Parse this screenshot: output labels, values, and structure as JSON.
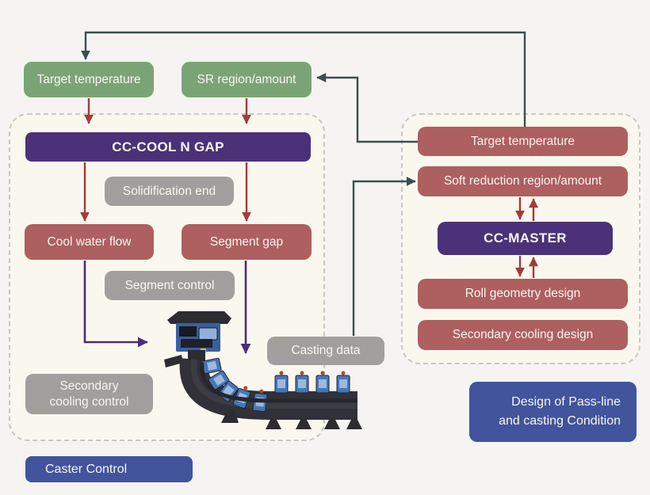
{
  "nodes": {
    "target_temperature_input": "Target temperature",
    "sr_region_amount_input": "SR region/amount",
    "cc_cool_n_gap": "CC-COOL N GAP",
    "solidification_end": "Solidification end",
    "cool_water_flow": "Cool water flow",
    "segment_gap": "Segment gap",
    "segment_control": "Segment control",
    "secondary_cooling_control": {
      "line1": "Secondary",
      "line2": "cooling control"
    },
    "casting_data": "Casting data",
    "caster_control": "Caster Control",
    "target_temperature_design": "Target temperature",
    "soft_reduction_region_amount": "Soft reduction region/amount",
    "cc_master": "CC-MASTER",
    "roll_geometry_design": "Roll geometry design",
    "secondary_cooling_design": "Secondary cooling design",
    "design_footer": {
      "line1": "Design of Pass-line",
      "line2": "and casting Condition"
    }
  },
  "illustration": {
    "name": "continuous-caster-machine"
  },
  "colors": {
    "green_box": "#7ba476",
    "red_box": "#ae5f5f",
    "purple_box": "#4b3278",
    "gray_box": "#a09f9d",
    "blue_box": "#41549c",
    "panel_background": "#faf8ee",
    "page_background": "#f5f4f2",
    "arrow_dark": "#3e4d4f",
    "arrow_red": "#a23c3c",
    "arrow_purple": "#4c2d7c"
  }
}
